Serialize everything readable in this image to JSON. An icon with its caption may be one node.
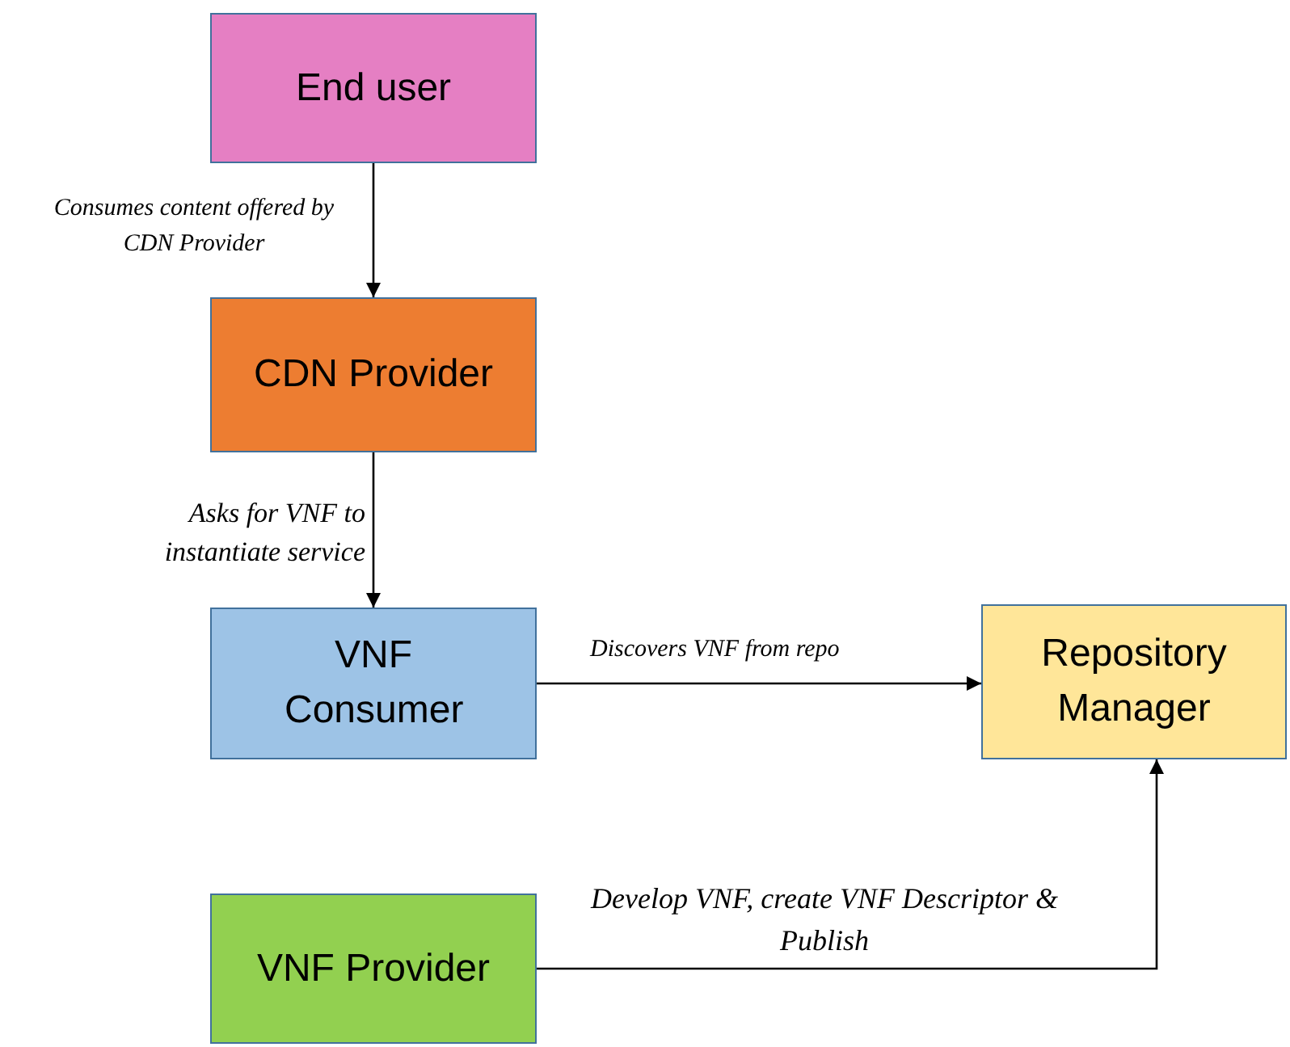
{
  "diagram": {
    "nodes": [
      {
        "text": [
          "End user"
        ]
      },
      {
        "text": [
          "CDN Provider"
        ]
      },
      {
        "text": [
          "VNF Consumer"
        ]
      },
      {
        "text": [
          "Repository Manager"
        ]
      },
      {
        "text": [
          "VNF Provider"
        ]
      }
    ],
    "edges": [
      {
        "from": 0,
        "to": 1,
        "arrow": "to",
        "label": "Consumes content offered by CDN Provider"
      },
      {
        "from": 1,
        "to": 2,
        "arrow": "to",
        "label": "Asks for VNF to instantiate service"
      },
      {
        "from": 2,
        "to": 3,
        "arrow": "to",
        "label": "Discovers VNF from repo"
      },
      {
        "from": 4,
        "to": 3,
        "arrow": "to",
        "label": "Develop VNF, create VNF Descriptor & Publish"
      }
    ]
  }
}
